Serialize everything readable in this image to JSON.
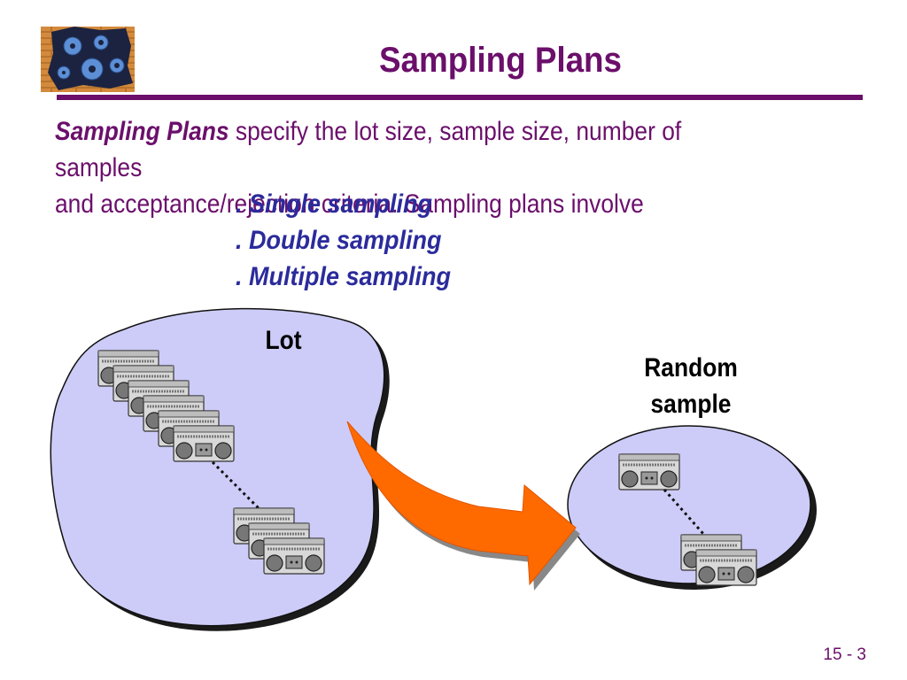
{
  "slide": {
    "title": "Sampling Plans",
    "intro_bold": "Sampling Plans",
    "intro_line1": " specify the lot size, sample size, number of samples",
    "intro_line2": "and acceptance/rejection criteria.  Sampling plans involve",
    "bullets": [
      ". Single sampling",
      ". Double sampling",
      ". Multiple sampling"
    ],
    "page_number": "15 - 3"
  },
  "diagram": {
    "lot_label": "Lot",
    "sample_label_line1": "Random",
    "sample_label_line2": "sample"
  },
  "colors": {
    "title": "#6b0f6b",
    "bullets": "#2b2b9c",
    "blob_fill": "#cdccf8",
    "arrow": "#ff6a00"
  }
}
